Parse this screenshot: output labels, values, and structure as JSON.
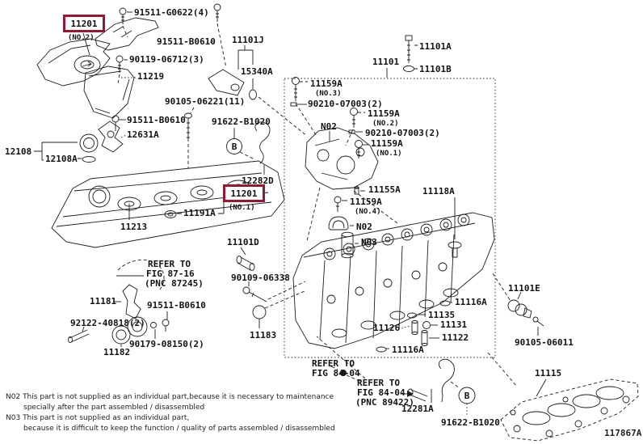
{
  "figure": {
    "id": "117867A"
  },
  "colors": {
    "highlight": "#8e1b32",
    "line": "#1c1c1c"
  },
  "callouts": {
    "p11201": "11201",
    "no1": "(NO.1)",
    "no2": "(NO.2)",
    "no3": "(NO.3)",
    "no4": "(NO.4)",
    "g0622": "91511-G0622(4)",
    "b0610": "91511-B0610",
    "p90119": "90119-06712(3)",
    "p11219": "11219",
    "p90105a": "90105-06221(11)",
    "p11101j": "11101J",
    "p15340a": "15340A",
    "p11101": "11101",
    "p11101a": "11101A",
    "p11101b": "11101B",
    "p12631a": "12631A",
    "p91622": "91622-B1020",
    "p12108": "12108",
    "p12108a": "12108A",
    "p11159a": "11159A",
    "p90210": "90210-07003(2)",
    "n02": "N02",
    "n03": "N03",
    "p12282d": "12282D",
    "p11191a": "11191A",
    "p11213": "11213",
    "p11155a": "11155A",
    "p11118a": "11118A",
    "p11101d": "11101D",
    "p90109": "90109-06338",
    "p11183": "11183",
    "p11116a": "11116A",
    "p11135": "11135",
    "p11131": "11131",
    "p11126": "11126",
    "p11122": "11122",
    "p11101e": "11101E",
    "p90105b": "90105-06011",
    "p11115": "11115",
    "p11181": "11181",
    "p92122": "92122-40818(2)",
    "p90179": "90179-08150(2)",
    "p11182": "11182",
    "p12281a": "12281A",
    "refer_to": "REFER TO",
    "fig8716": "FIG 87-16",
    "pnc87245": "(PNC 87245)",
    "fig8404": "FIG 84-04",
    "pnc89422": "(PNC 89422)",
    "circled_b": "B"
  },
  "notes": {
    "n02_code": "N02",
    "n02_text1": "This part is not supplied as an individual part,because it is necessary to maintenance",
    "n02_text2": "specially after the part assembled / disassembled",
    "n03_code": "N03",
    "n03_text1": "This part is not supplied as an individual part,",
    "n03_text2": "because it is difficult to keep the function / quality of parts assembled / disassembled"
  }
}
